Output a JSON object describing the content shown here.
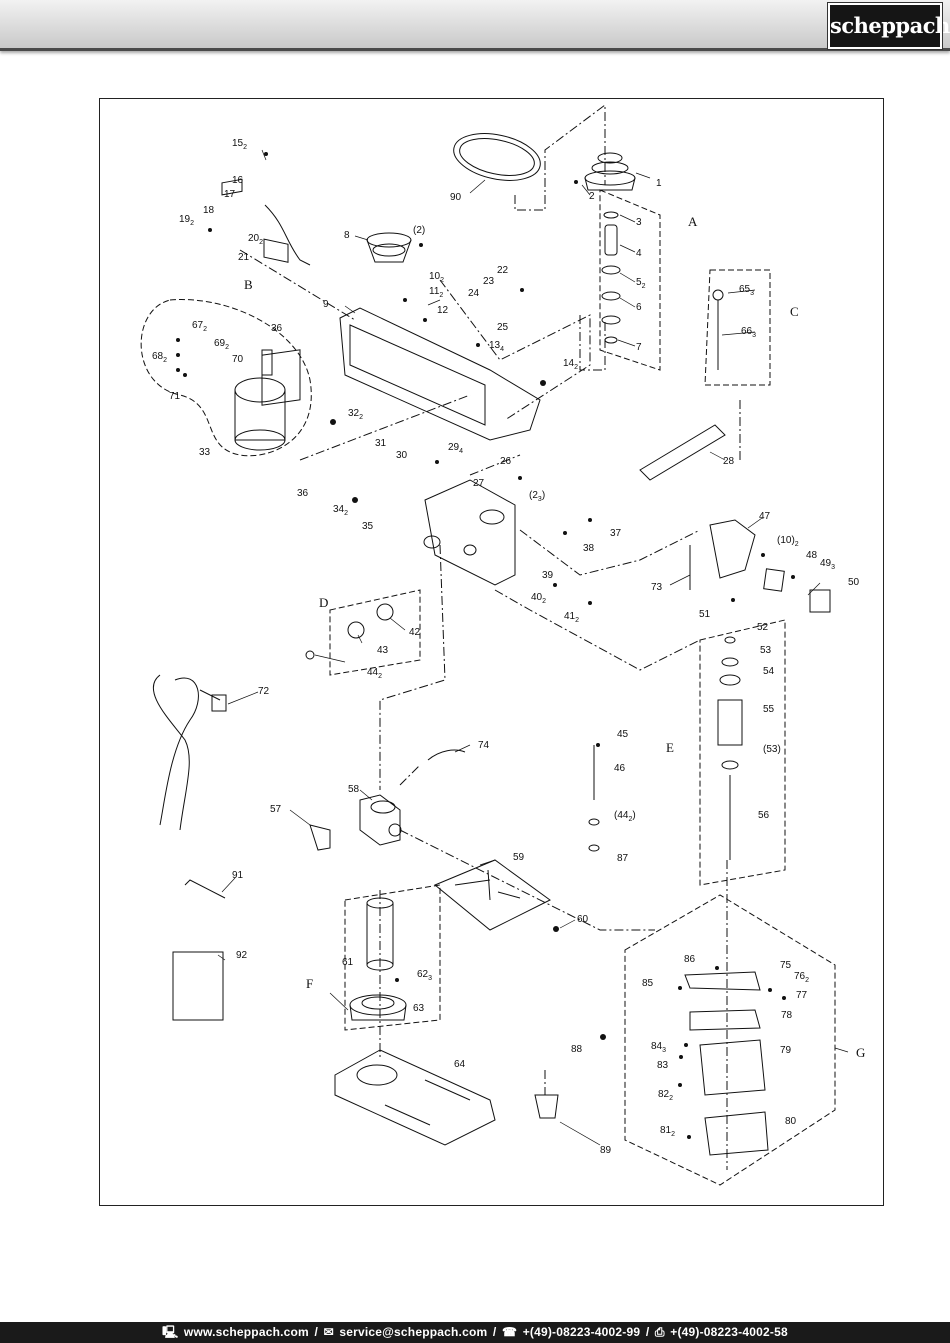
{
  "header": {
    "brand": "scheppach"
  },
  "groups": [
    "A",
    "B",
    "C",
    "D",
    "E",
    "F",
    "G"
  ],
  "labels": [
    {
      "base": "1"
    },
    {
      "base": "2"
    },
    {
      "base": "3"
    },
    {
      "base": "4"
    },
    {
      "base": "5",
      "sub": "2"
    },
    {
      "base": "6"
    },
    {
      "base": "7"
    },
    {
      "base": "8"
    },
    {
      "base": "(2)"
    },
    {
      "base": "9"
    },
    {
      "base": "10",
      "sub": "2"
    },
    {
      "base": "11",
      "sub": "2"
    },
    {
      "base": "12"
    },
    {
      "base": "13",
      "sub": "4"
    },
    {
      "base": "14",
      "sub": "2"
    },
    {
      "base": "15",
      "sub": "2"
    },
    {
      "base": "16"
    },
    {
      "base": "17"
    },
    {
      "base": "18"
    },
    {
      "base": "19",
      "sub": "2"
    },
    {
      "base": "20",
      "sub": "2"
    },
    {
      "base": "21"
    },
    {
      "base": "22"
    },
    {
      "base": "23"
    },
    {
      "base": "24"
    },
    {
      "base": "25"
    },
    {
      "base": "26"
    },
    {
      "base": "(2",
      "sub": "3",
      "post": ")"
    },
    {
      "base": "27"
    },
    {
      "base": "28"
    },
    {
      "base": "29",
      "sub": "4"
    },
    {
      "base": "30"
    },
    {
      "base": "31"
    },
    {
      "base": "32",
      "sub": "2"
    },
    {
      "base": "33"
    },
    {
      "base": "34",
      "sub": "2"
    },
    {
      "base": "35"
    },
    {
      "base": "36"
    },
    {
      "base": "36"
    },
    {
      "base": "37"
    },
    {
      "base": "38"
    },
    {
      "base": "39"
    },
    {
      "base": "40",
      "sub": "2"
    },
    {
      "base": "41",
      "sub": "2"
    },
    {
      "base": "42"
    },
    {
      "base": "43"
    },
    {
      "base": "44",
      "sub": "2"
    },
    {
      "base": "45"
    },
    {
      "base": "46"
    },
    {
      "base": "(44",
      "sub": "2",
      "post": ")"
    },
    {
      "base": "47"
    },
    {
      "base": "(10)",
      "sub": "2"
    },
    {
      "base": "48"
    },
    {
      "base": "49",
      "sub": "3"
    },
    {
      "base": "50"
    },
    {
      "base": "51"
    },
    {
      "base": "52"
    },
    {
      "base": "53"
    },
    {
      "base": "54"
    },
    {
      "base": "55"
    },
    {
      "base": "(53)"
    },
    {
      "base": "56"
    },
    {
      "base": "57"
    },
    {
      "base": "58"
    },
    {
      "base": "59"
    },
    {
      "base": "60"
    },
    {
      "base": "61"
    },
    {
      "base": "62",
      "sub": "3"
    },
    {
      "base": "63"
    },
    {
      "base": "64"
    },
    {
      "base": "65",
      "sub": "3"
    },
    {
      "base": "66",
      "sub": "3"
    },
    {
      "base": "67",
      "sub": "2"
    },
    {
      "base": "68",
      "sub": "2"
    },
    {
      "base": "69",
      "sub": "2"
    },
    {
      "base": "70"
    },
    {
      "base": "71"
    },
    {
      "base": "72"
    },
    {
      "base": "73"
    },
    {
      "base": "74"
    },
    {
      "base": "75"
    },
    {
      "base": "76",
      "sub": "2"
    },
    {
      "base": "77"
    },
    {
      "base": "78"
    },
    {
      "base": "79"
    },
    {
      "base": "80"
    },
    {
      "base": "81",
      "sub": "2"
    },
    {
      "base": "82",
      "sub": "2"
    },
    {
      "base": "83"
    },
    {
      "base": "84",
      "sub": "3"
    },
    {
      "base": "85"
    },
    {
      "base": "86"
    },
    {
      "base": "87"
    },
    {
      "base": "88"
    },
    {
      "base": "89"
    },
    {
      "base": "90"
    },
    {
      "base": "91"
    },
    {
      "base": "92"
    }
  ],
  "footer": {
    "web_icon": "computer-icon",
    "web": "www.scheppach.com",
    "mail_icon": "envelope-icon",
    "mail": "service@scheppach.com",
    "phone_icon": "phone-icon",
    "phone": "+(49)-08223-4002-99",
    "fax_icon": "fax-icon",
    "fax": "+(49)-08223-4002-58",
    "separator": "/"
  }
}
